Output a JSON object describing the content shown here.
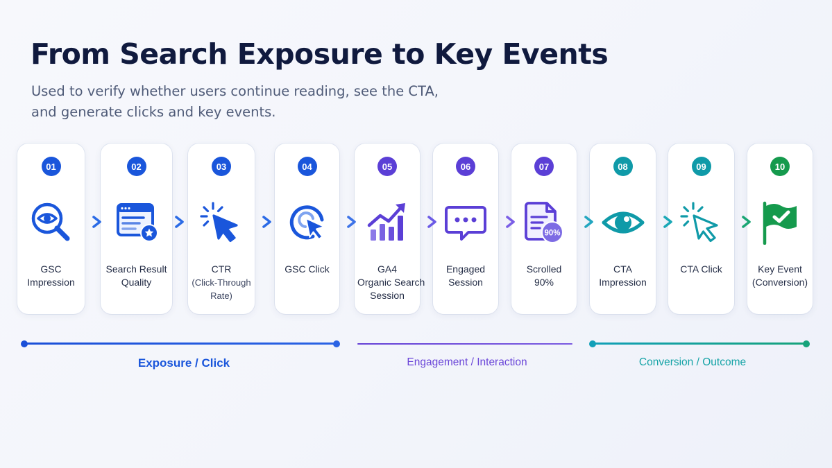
{
  "title": "From Search Exposure to Key Events",
  "subtitle": [
    "Used to verify whether users continue reading, see the CTA,",
    "and generate clicks and key events."
  ],
  "steps": [
    {
      "number": "01",
      "icon": "magnifier-eye-icon",
      "color": "#1a56db",
      "label": [
        "GSC",
        "Impression"
      ]
    },
    {
      "number": "02",
      "icon": "search-result-page-icon",
      "color": "#1a56db",
      "label": [
        "Search Result",
        "Quality"
      ]
    },
    {
      "number": "03",
      "icon": "cursor-click-icon",
      "color": "#1a56db",
      "label": [
        "CTR",
        "(Click-Through",
        "Rate)"
      ]
    },
    {
      "number": "04",
      "icon": "click-target-icon",
      "color": "#1a56db",
      "label": [
        "GSC Click"
      ]
    },
    {
      "number": "05",
      "icon": "growth-chart-icon",
      "color": "#5b3fd6",
      "label": [
        "GA4",
        "Organic Search",
        "Session"
      ]
    },
    {
      "number": "06",
      "icon": "chat-bubble-icon",
      "color": "#5b3fd6",
      "label": [
        "Engaged",
        "Session"
      ]
    },
    {
      "number": "07",
      "icon": "scroll-document-icon",
      "color": "#5b3fd6",
      "label": [
        "Scrolled",
        "90%"
      ],
      "badge_text": "90%"
    },
    {
      "number": "08",
      "icon": "eye-icon",
      "color": "#0f9aa8",
      "label": [
        "CTA",
        "Impression"
      ]
    },
    {
      "number": "09",
      "icon": "cursor-click-icon",
      "color": "#0f9aa8",
      "label": [
        "CTA Click"
      ]
    },
    {
      "number": "10",
      "icon": "conversion-flag-icon",
      "color": "#159a4d",
      "label": [
        "Key Event",
        "(Conversion)"
      ]
    }
  ],
  "phases": [
    {
      "label": "Exposure / Click",
      "color": "#1a56db"
    },
    {
      "label": "Engagement / Interaction",
      "color": "#6a45d8"
    },
    {
      "label": "Conversion / Outcome",
      "color": "#14a3a6"
    }
  ],
  "colors": {
    "title": "#101a3e",
    "subtitle": "#4f5b78",
    "blue": "#1a56db",
    "purple": "#5b3fd6",
    "teal": "#0f9aa8",
    "green": "#159a4d"
  }
}
